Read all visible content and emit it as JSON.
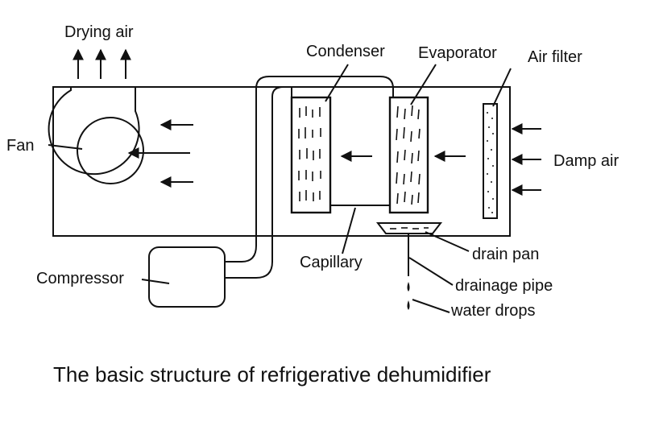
{
  "diagram": {
    "caption": "The basic structure of refrigerative dehumidifier",
    "labels": {
      "drying_air": "Drying air",
      "fan": "Fan",
      "condenser": "Condenser",
      "evaporator": "Evaporator",
      "air_filter": "Air filter",
      "damp_air": "Damp air",
      "capillary": "Capillary",
      "drain_pan": "drain pan",
      "drainage_pipe": "drainage pipe",
      "water_drops": "water drops",
      "compressor": "Compressor"
    }
  }
}
